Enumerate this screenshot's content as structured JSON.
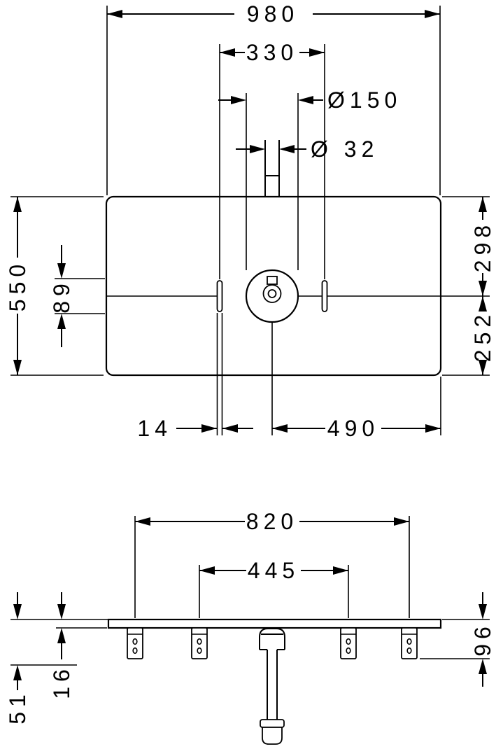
{
  "colors": {
    "ink": "#000000",
    "paper": "#ffffff"
  },
  "top_view": {
    "width_total": "980",
    "tap_spacing": "330",
    "drain_dia": "Ø150",
    "tap_dia": "Ø 32",
    "depth_total": "550",
    "slot_len": "89",
    "back_to_center": "298",
    "center_to_front": "252",
    "slot_width": "14",
    "center_to_edge": "490"
  },
  "front_view": {
    "bracket_span_outer": "820",
    "bracket_span_inner": "445",
    "drop_left": "51",
    "top_thickness": "16",
    "bracket_drop": "96"
  }
}
